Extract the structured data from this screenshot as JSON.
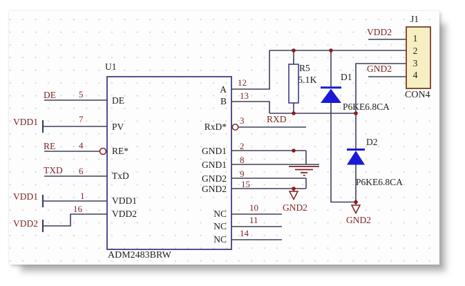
{
  "u1": {
    "designator": "U1",
    "part": "ADM2483BRW",
    "left_pins": [
      {
        "num": "5",
        "name": "DE",
        "net": "DE"
      },
      {
        "num": "7",
        "name": "PV",
        "net": "VDD1"
      },
      {
        "num": "4",
        "name": "RE*",
        "net": "RE"
      },
      {
        "num": "6",
        "name": "TxD",
        "net": "TXD"
      },
      {
        "num": "1",
        "name": "VDD1",
        "net": "VDD1"
      },
      {
        "num": "16",
        "name": "VDD2",
        "net": "VDD2"
      }
    ],
    "right_pins": [
      {
        "num": "12",
        "name": "A"
      },
      {
        "num": "13",
        "name": "B"
      },
      {
        "num": "3",
        "name": "RxD*",
        "net": "RXD"
      },
      {
        "num": "2",
        "name": "GND1"
      },
      {
        "num": "8",
        "name": "GND1"
      },
      {
        "num": "9",
        "name": "GND2"
      },
      {
        "num": "15",
        "name": "GND2"
      },
      {
        "num": "10",
        "name": "NC"
      },
      {
        "num": "11",
        "name": "NC"
      },
      {
        "num": "14",
        "name": "NC"
      }
    ]
  },
  "r5": {
    "designator": "R5",
    "value": "5.1K"
  },
  "d1": {
    "designator": "D1",
    "part": "P6KE6.8CA"
  },
  "d2": {
    "designator": "D2",
    "part": "P6KE6.8CA"
  },
  "j1": {
    "designator": "J1",
    "type": "CON4",
    "pin_numbers": [
      "1",
      "2",
      "3",
      "4"
    ],
    "pin1_net": "VDD2",
    "pin4_net": "GND2"
  },
  "grounds": {
    "left_gnd2": "GND2",
    "right_gnd2": "GND2"
  },
  "colors": {
    "wire": "#3f3f5a",
    "component_outline": "#3d3d85",
    "diode_blue": "#1a1ad6",
    "junction_dot": "#8b1a1a",
    "power_symbol": "#7d2020",
    "label_red": "#7b2626",
    "text_black": "#1c1c1c",
    "connector_fill": "#f6efc3",
    "connector_border": "#7c3c22",
    "grid_dot": "#d9d9d9"
  }
}
